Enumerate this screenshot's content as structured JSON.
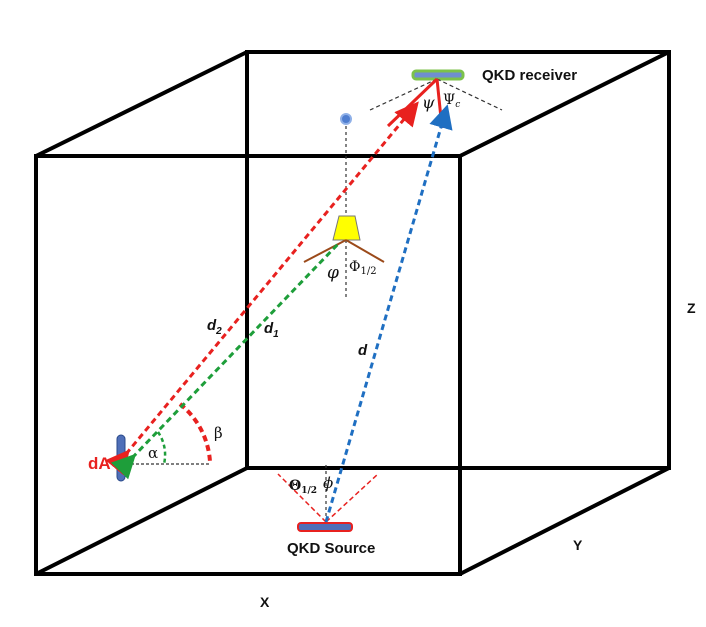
{
  "labels": {
    "receiver": "QKD receiver",
    "source": "QKD Source",
    "dA": "dA",
    "d1": "d",
    "d1_sub": "1",
    "d2": "d",
    "d2_sub": "2",
    "d": "d",
    "alpha": "α",
    "beta": "β",
    "psi": "ψ",
    "psi_c": "Ψ",
    "psi_c_sub": "c",
    "phi_half": "Φ",
    "phi_half_sub": "1/2",
    "varphi": "φ",
    "theta_half": "Θ",
    "theta_half_sub": "1/2",
    "phi_small": "ϕ",
    "axis_x": "X",
    "axis_y": "Y",
    "axis_z": "Z"
  },
  "colors": {
    "frame": "#000000",
    "red_path": "#e8211f",
    "green_path": "#1e9e3a",
    "blue_path": "#1f6fc2",
    "lamp_fill": "#ffff00",
    "lamp_arms": "#9b4a1a",
    "receiver_fill": "#6f8fd0",
    "receiver_border": "#7cc24b",
    "source_fill": "#4f6fb8",
    "source_border": "#e8211f",
    "detector_fill": "#4f6fb8"
  }
}
